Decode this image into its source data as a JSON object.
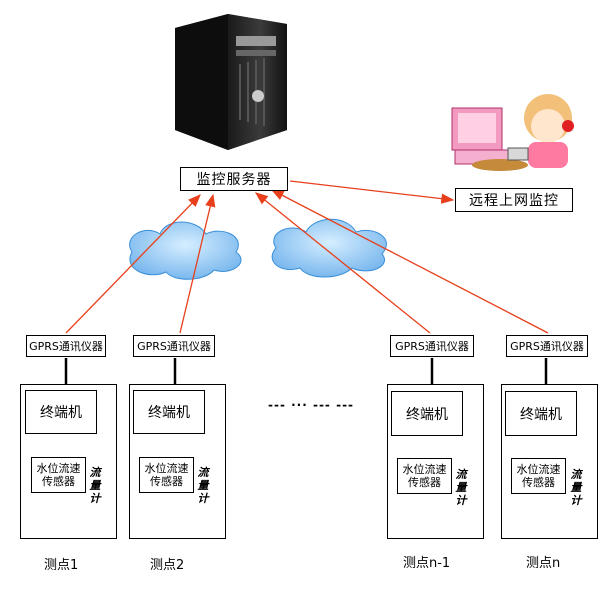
{
  "server_label": "监控服务器",
  "remote_label": "远程上网监控",
  "gprs_label": "GPRS通讯仪器",
  "terminal_label": "终端机",
  "sensor_label_line1": "水位流速",
  "sensor_label_line2": "传感器",
  "flowmeter_chars": [
    "流",
    "量",
    "计"
  ],
  "ellipsis": "--- ··· --- ---",
  "stations": [
    {
      "label": "测点1"
    },
    {
      "label": "测点2"
    },
    {
      "label": "测点n-1"
    },
    {
      "label": "测点n"
    }
  ],
  "colors": {
    "arrow": "#e8401c",
    "cloud_fill": "#8ec8f4",
    "cloud_stroke": "#3a8fd8"
  }
}
